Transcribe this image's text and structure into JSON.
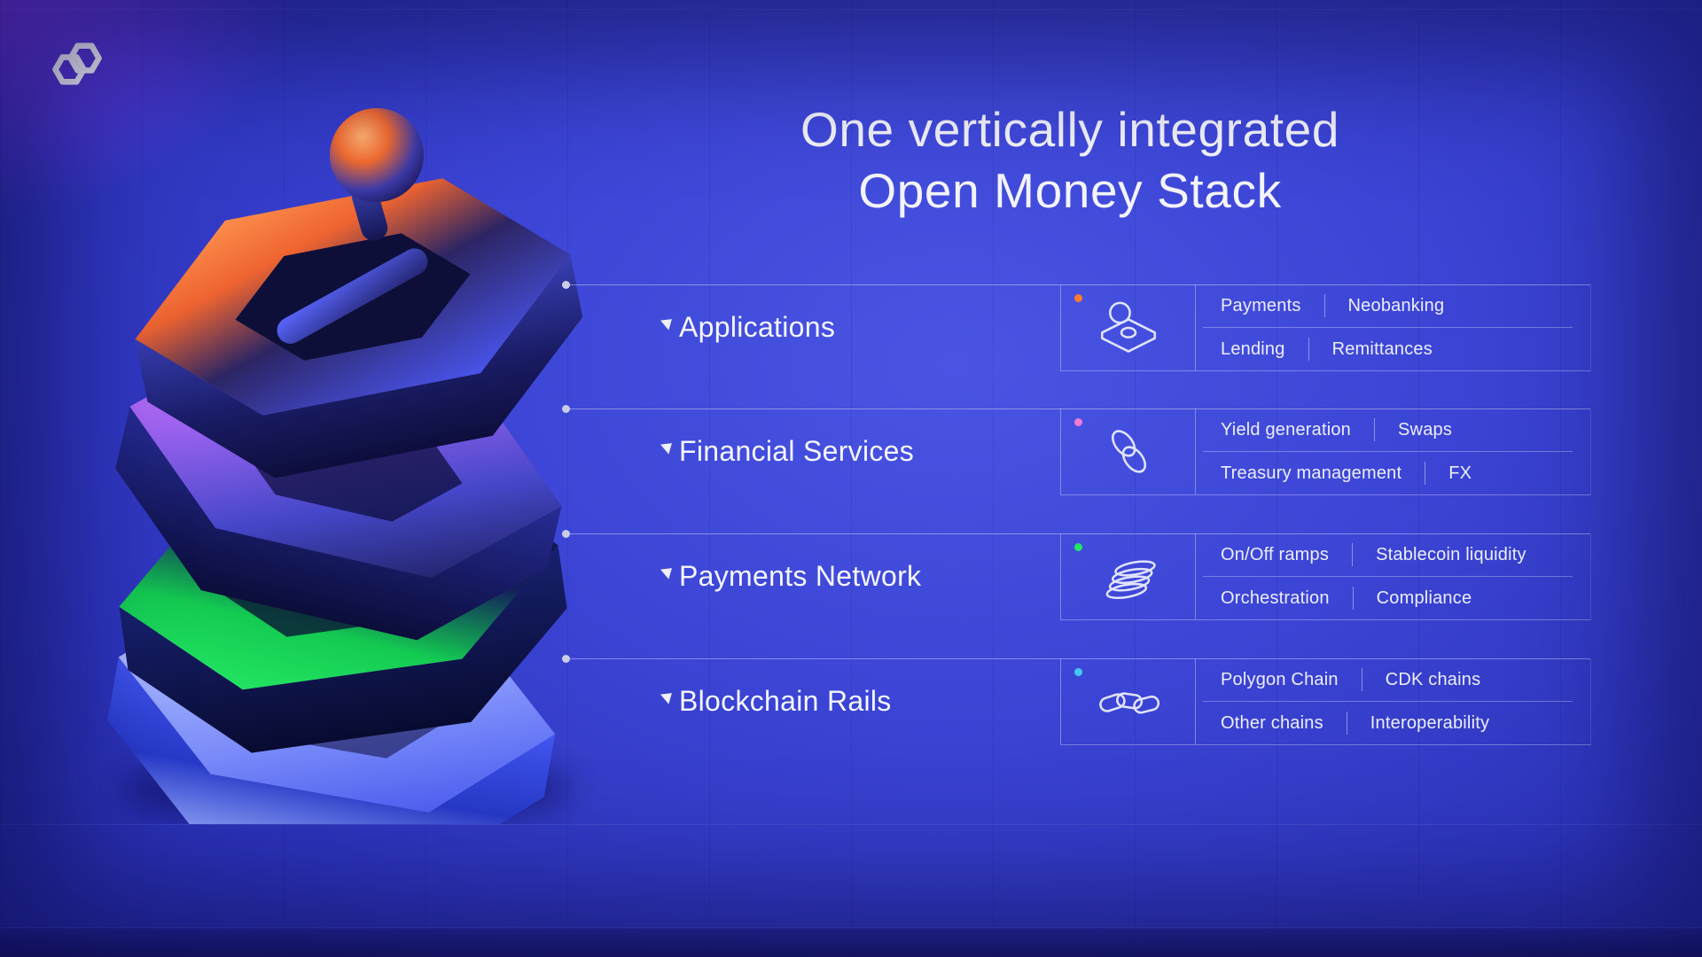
{
  "brand": {
    "logo_icon": "polygon-logo"
  },
  "title": {
    "line1": "One vertically integrated",
    "line2": "Open Money Stack"
  },
  "accent_colors": {
    "applications_dot": "#ff7a2e",
    "financial_services_dot": "#ef7bd8",
    "payments_network_dot": "#21e763",
    "blockchain_rails_dot": "#41c9f5"
  },
  "rows": [
    {
      "label": "Applications",
      "dot_color": "#ff7a2e",
      "icon": "arcade-button-icon",
      "tags": [
        [
          "Payments",
          "Neobanking"
        ],
        [
          "Lending",
          "Remittances"
        ]
      ]
    },
    {
      "label": "Financial Services",
      "dot_color": "#ef7bd8",
      "icon": "linked-rings-icon",
      "tags": [
        [
          "Yield generation",
          "Swaps"
        ],
        [
          "Treasury management",
          "FX"
        ]
      ]
    },
    {
      "label": "Payments Network",
      "dot_color": "#21e763",
      "icon": "coil-icon",
      "tags": [
        [
          "On/Off ramps",
          "Stablecoin liquidity"
        ],
        [
          "Orchestration",
          "Compliance"
        ]
      ]
    },
    {
      "label": "Blockchain Rails",
      "dot_color": "#41c9f5",
      "icon": "chain-links-icon",
      "tags": [
        [
          "Polygon Chain",
          "CDK chains"
        ],
        [
          "Other chains",
          "Interoperability"
        ]
      ]
    }
  ]
}
